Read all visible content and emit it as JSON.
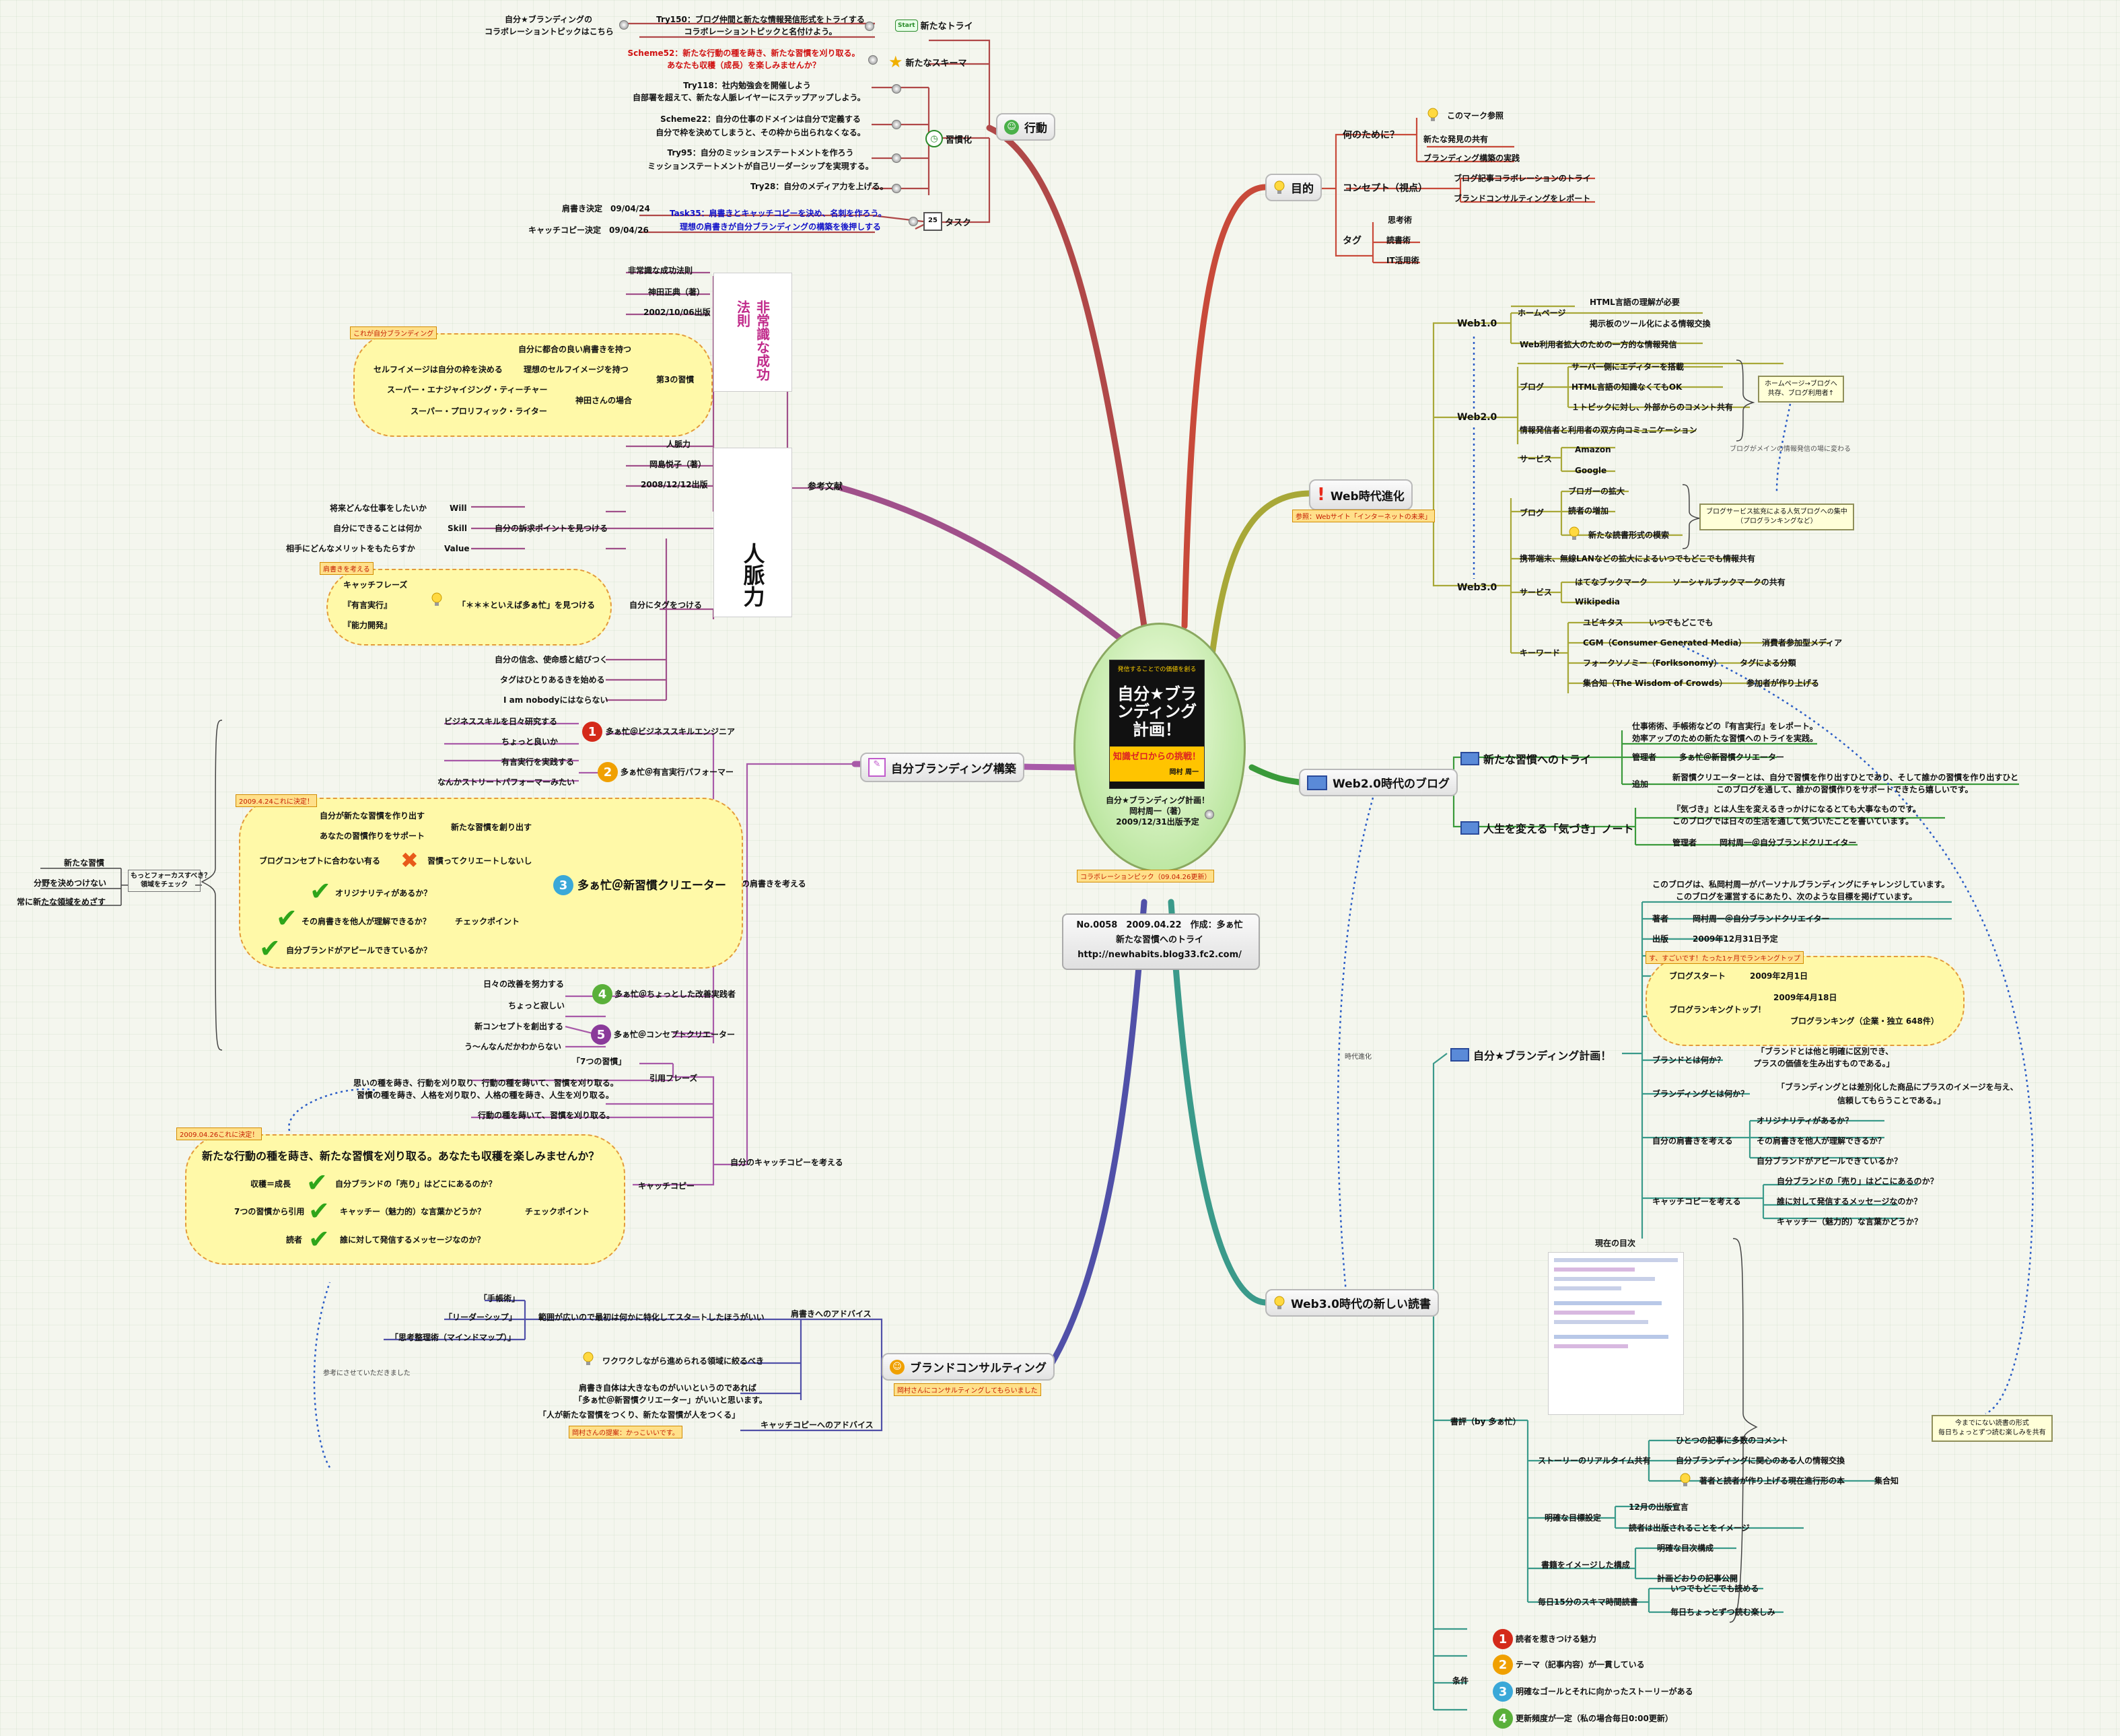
{
  "central": {
    "book_title": "自分★ブランディング計画！",
    "book_top": "発信することでの価値を創る",
    "book_sub": "知識ゼロからの挑戦！",
    "book_author": "岡村 周一",
    "lines": [
      "自分★ブランディング計画！",
      "岡村周一（著）",
      "2009/12/31出版予定"
    ],
    "tag": "コラボレーションピック（09.04.26更新）"
  },
  "info": {
    "line1": "No.0058　2009.04.22　作成：多ぁ忙",
    "line2": "新たな習慣へのトライ",
    "line3": "http://newhabits.blog33.fc2.com/"
  },
  "action": {
    "label": "行動",
    "new_try": {
      "label": "新たなトライ",
      "text1": "Try150：ブログ仲間と新たな情報発信形式をトライする",
      "text2": "コラボレーショントピックと名付けよう。",
      "left1": "自分★ブランディングの",
      "left2": "コラボレーショントピックはこちら",
      "icon": "Start"
    },
    "scheme": {
      "label": "新たなスキーマ",
      "text1": "Scheme52：新たな行動の種を蒔き、新たな習慣を刈り取る。",
      "text2": "あなたも収穫（成長）を楽しみませんか？"
    },
    "habit": {
      "label": "習慣化",
      "items": [
        [
          "Try118：社内勉強会を開催しよう",
          "自部署を超えて、新たな人脈レイヤーにステップアップしよう。"
        ],
        [
          "Scheme22：自分の仕事のドメインは自分で定義する",
          "自分で枠を決めてしまうと、その枠から出られなくなる。"
        ],
        [
          "Try95：自分のミッションステートメントを作ろう",
          "ミッションステートメントが自己リーダーシップを実現する。"
        ],
        [
          "Try28：自分のメディア力を上げる。"
        ]
      ]
    },
    "task": {
      "label": "タスク",
      "text1": "Task35：肩書きとキャッチコピーを決め、名刺を作ろう。",
      "text2": "理想の肩書きが自分ブランディングの構築を後押しする",
      "d1": "肩書き決定　09/04/24",
      "d2": "キャッチコピー決定　09/04/26"
    }
  },
  "ref": {
    "label": "参考文献",
    "book1": {
      "title": "非常識な成功法則",
      "author": "神田正典（著）",
      "date": "2002/10/06出版",
      "cover": "非常識な成功法則",
      "tag": "これが自分ブランディング",
      "habit3": "第3の習慣",
      "items": [
        "自分に都合の良い肩書きを持つ",
        "理想のセルフイメージを持つ"
      ],
      "left": "セルフイメージは自分の枠を決める",
      "sub": "神田さんの場合",
      "s1": "スーパー・エナジャイジング・ティーチャー",
      "s2": "スーパー・プロリフィック・ライター"
    },
    "book2": {
      "title": "人脈力",
      "author": "岡島悦子（著）",
      "date": "2008/12/12出版",
      "cover": "人脈力",
      "appeal": "自分の訴求ポイントを見つける",
      "q1": "将来どんな仕事をしたいか",
      "a1": "Will",
      "q2": "自分にできることは何か",
      "a2": "Skill",
      "q3": "相手にどんなメリットをもたらすか",
      "a3": "Value",
      "tagdo": "自分にタグをつける",
      "tag": "肩書きを考える",
      "cat": "キャッチフレーズ",
      "c1": "『有言実行』",
      "c2": "『能力開発』",
      "catch": "「＊＊＊といえば多ぁ忙」を見つける",
      "r1": "自分の信念、使命感と結びつく",
      "r2": "タグはひとりあるきを始める",
      "r3": "I am nobodyにはならない"
    }
  },
  "build": {
    "label": "自分ブランディング構築",
    "think": "自分の肩書きを考える",
    "k1": {
      "label": "多ぁ忙＠ビジネススキルエンジニア",
      "a": "ビジネススキルを日々研究する",
      "b": "ちょっと良いか"
    },
    "k2": {
      "label": "多ぁ忙＠有言実行パフォーマー",
      "a": "有言実行を実践する",
      "b": "なんかストリートパフォーマーみたい"
    },
    "k3": {
      "label": "多ぁ忙＠新習慣クリエーター",
      "tag": "2009.4.24これに決定！",
      "a": "自分が新たな習慣を作り出す",
      "b": "あなたの習慣作りをサポート",
      "c": "新たな習慣を創り出す",
      "d": "ブログコンセプトに合わない有る",
      "e": "習慣ってクリエートしないし",
      "check": "チェックポイント",
      "q1": "オリジナリティがあるか？",
      "q2": "その肩書きを他人が理解できるか？",
      "q3": "自分ブランドがアピールできているか？"
    },
    "k4": {
      "label": "多ぁ忙＠ちょっとした改善実践者",
      "a": "日々の改善を努力する",
      "b": "ちょっと寂しい"
    },
    "k5": {
      "label": "多ぁ忙＠コンセプトクリエーター",
      "a": "新コンセプトを創出する",
      "b": "う〜んなんだかわからない"
    },
    "focus": {
      "label": "もっとフォーカスすべき？",
      "sub": "領域をチェック",
      "i1": "新たな習慣",
      "i2": "分野を決めつけない",
      "i3": "常に新たな領域をめざす"
    },
    "copy": {
      "think": "自分のキャッチコピーを考える",
      "quote": "引用フレーズ",
      "q7": "「7つの習慣」",
      "q1": "思いの種を蒔き、行動を刈り取り、行動の種を蒔いて、習慣を刈り取る。",
      "q2": "習慣の種を蒔き、人格を刈り取り、人格の種を蒔き、人生を刈り取る。",
      "plain": "行動の種を蒔いて、習慣を刈り取る。",
      "label": "キャッチコピー",
      "tag": "2009.04.26これに決定！",
      "main": "新たな行動の種を蒔き、新たな習慣を刈り取る。あなたも収穫を楽しみませんか？",
      "check": "チェックポイント",
      "r1": "収穫＝成長",
      "c1": "自分ブランドの「売り」はどこにあるのか？",
      "r2": "7つの習慣から引用",
      "c2": "キャッチー（魅力的）な言葉かどうか？",
      "r3": "読者",
      "c3": "誰に対して発信するメッセージなのか？"
    }
  },
  "consult": {
    "label": "ブランドコンサルティング",
    "sub": "岡村さんにコンサルティングしてもらいました",
    "adv1": "肩書きへのアドバイス",
    "m1": "「手帳術」",
    "m2": "「リーダーシップ」",
    "m3": "「思考整理術（マインドマップ）」",
    "wide": "範囲が広いので最初は何かに特化してスタートしたほうがいい",
    "waku": "ワクワクしながら進められる領域に絞るべき",
    "sug1": "肩書き自体は大きなものがいいというのであれば",
    "sug2": "「多ぁ忙＠新習慣クリエーター」がいいと思います。",
    "adv2": "キャッチコピーへのアドバイス",
    "copy": "「人が新たな習慣をつくり、新たな習慣が人をつくる」",
    "prop": "岡村さんの提案：かっこいいです。",
    "ref": "参考にさせていただきました"
  },
  "purpose": {
    "label": "目的",
    "why": "何のために？",
    "mark": "このマーク参照",
    "w1": "新たな発見の共有",
    "w2": "ブランディング構築の実践",
    "concept": "コンセプト（視点）",
    "c1": "ブログ記事コラボレーションのトライ",
    "c2": "ブランドコンサルティングをレポート",
    "tag": "タグ",
    "t1": "思考術",
    "t2": "読書術",
    "t3": "IT活用術"
  },
  "web": {
    "label": "Web時代進化",
    "ref": "参照：Webサイト「インターネットの未来」",
    "w1": {
      "label": "Web1.0",
      "hp": "ホームページ",
      "h1": "HTML言語の理解が必要",
      "h2": "掲示板のツール化による情報交換",
      "h3": "Web利用者拡大のための一方的な情報発信"
    },
    "w2": {
      "label": "Web2.0",
      "blog": "ブログ",
      "b1": "サーバー側にエディターを搭載",
      "b2": "HTML言語の知識なくてもOK",
      "b3": "１トピックに対し、外部からのコメント共有",
      "two": "情報発信者と利用者の双方向コミュニケーション",
      "svc": "サービス",
      "s1": "Amazon",
      "s2": "Google",
      "note1": "ホームページ→ブログへ",
      "note2": "共存、ブログ利用者↑",
      "sub": "ブログがメインの情報発信の場に変わる"
    },
    "w3": {
      "label": "Web3.0",
      "blog": "ブログ",
      "b1": "ブロガーの拡大",
      "b2": "読者の増加",
      "b3": "新たな読書形式の模索",
      "mobile": "携帯端末、無線LANなどの拡大によるいつでもどこでも情報共有",
      "svc": "サービス",
      "s1": "はてなブックマーク",
      "s1b": "ソーシャルブックマークの共有",
      "s2": "Wikipedia",
      "kw": "キーワード",
      "k1": "ユビキタス",
      "k1b": "いつでもどこでも",
      "k2": "CGM（Consumer Generated Media）",
      "k2b": "消費者参加型メディア",
      "k3": "フォークソノミー（Forlksonomy）",
      "k3b": "タグによる分類",
      "k4": "集合知（The Wisdom of Crowds）",
      "k4b": "参加者が作り上げる",
      "note1": "ブログサービス拡充による人気ブログへの集中",
      "note2": "（プログランキングなど）"
    }
  },
  "web20": {
    "label": "Web2.0時代のブログ",
    "era": "時代進化",
    "try": {
      "label": "新たな習慣へのトライ",
      "d1": "仕事術術、手帳術などの『有言実行』をレポート。",
      "d2": "効率アップのための新たな習慣へのトライを実践。",
      "mgr": "管理者",
      "mgrv": "多ぁ忙＠新習慣クリエーター",
      "add": "追加",
      "addv1": "新習慣クリエーターとは、自分で習慣を作り出すひとであり、そして誰かの習慣を作り出すひと",
      "addv2": "このブログを通して、誰かの習慣作りをサポートできたら嬉しいです。"
    },
    "life": {
      "label": "人生を変える「気づき」ノート",
      "d1": "『気づき』とは人生を変えるきっかけになるとても大事なものです。",
      "d2": "このブログでは日々の生活を通して気づいたことを書いています。",
      "mgr": "管理者",
      "mgrv": "岡村周一＠自分ブランドクリエイター"
    }
  },
  "web30": {
    "label": "Web3.0時代の新しい読書",
    "plan": {
      "label": "自分★ブランディング計画！",
      "intro1": "このブログは、私岡村周一がパーソナルブランディングにチャレンジしています。",
      "intro2": "このブログを運営するにあたり、次のような目標を掲げています。",
      "author": "著者",
      "authorv": "岡村周一＠自分ブランドクリエイター",
      "pub": "出版",
      "pubv": "2009年12月31日予定",
      "tag": "す、すごいです！たった1ヶ月でランキングトップ",
      "start": "ブログスタート",
      "startv": "2009年2月1日",
      "top": "ブログランキングトップ！",
      "topd": "2009年4月18日",
      "topv": "ブログランキング（企業・独立 648件）",
      "brand": "ブランドとは何か？",
      "brandv1": "「ブランドとは他と明確に区別でき、",
      "brandv2": "プラスの価値を生み出すものである。」",
      "branding": "ブランディングとは何か？",
      "brandingv1": "「ブランディングとは差別化した商品にプラスのイメージを与え、",
      "brandingv2": "信頼してもらうことである。」",
      "q1": "オリジナリティがあるか？",
      "title": "自分の肩書きを考える",
      "q2": "その肩書きを他人が理解できるか？",
      "q3": "自分ブランドがアピールできているか？",
      "catch": "キャッチコピーを考える",
      "c1": "自分ブランドの「売り」はどこにあるのか？",
      "c2": "誰に対して発信するメッセージなのか？",
      "c3": "キャッチー（魅力的）な言葉かどうか？"
    },
    "toc": "現在の目次",
    "review": {
      "label": "書評（by 多ぁ忙）",
      "story": "ストーリーのリアルタイム共有",
      "s1": "ひとつの記事に多数のコメント",
      "s2": "自分ブランディングに関心のある人の情報交換",
      "s3": "著者と読者が作り上げる現在進行形の本",
      "shu": "集合知",
      "goal": "明確な目標設定",
      "g1": "12月の出版宣言",
      "g2": "読者は出版されることをイメージ",
      "struct": "書籍をイメージした構成",
      "st1": "明確な目次構成",
      "st2": "計画どおりの記事公開",
      "time": "毎日15分のスキマ時間読書",
      "t1": "いつでもどこでも読める",
      "t2": "毎日ちょっとずつ読む楽しみ",
      "note1": "今までにない読書の形式",
      "note2": "毎日ちょっとずつ読む楽しみを共有"
    },
    "cond": {
      "label": "条件",
      "c1": "読者を惹きつける魅力",
      "c2": "テーマ（記事内容）が一貫している",
      "c3": "明確なゴールとそれに向かったストーリーがある",
      "c4": "更新頻度が一定（私の場合毎日0:00更新）"
    }
  },
  "colors": {
    "action": "#b04848",
    "ref": "#a0508a",
    "build": "#a85aa8",
    "consult": "#5050a8",
    "purpose": "#c84a3a",
    "web": "#a8a838",
    "web20": "#3a9a3a",
    "web30": "#3a9a8a"
  }
}
